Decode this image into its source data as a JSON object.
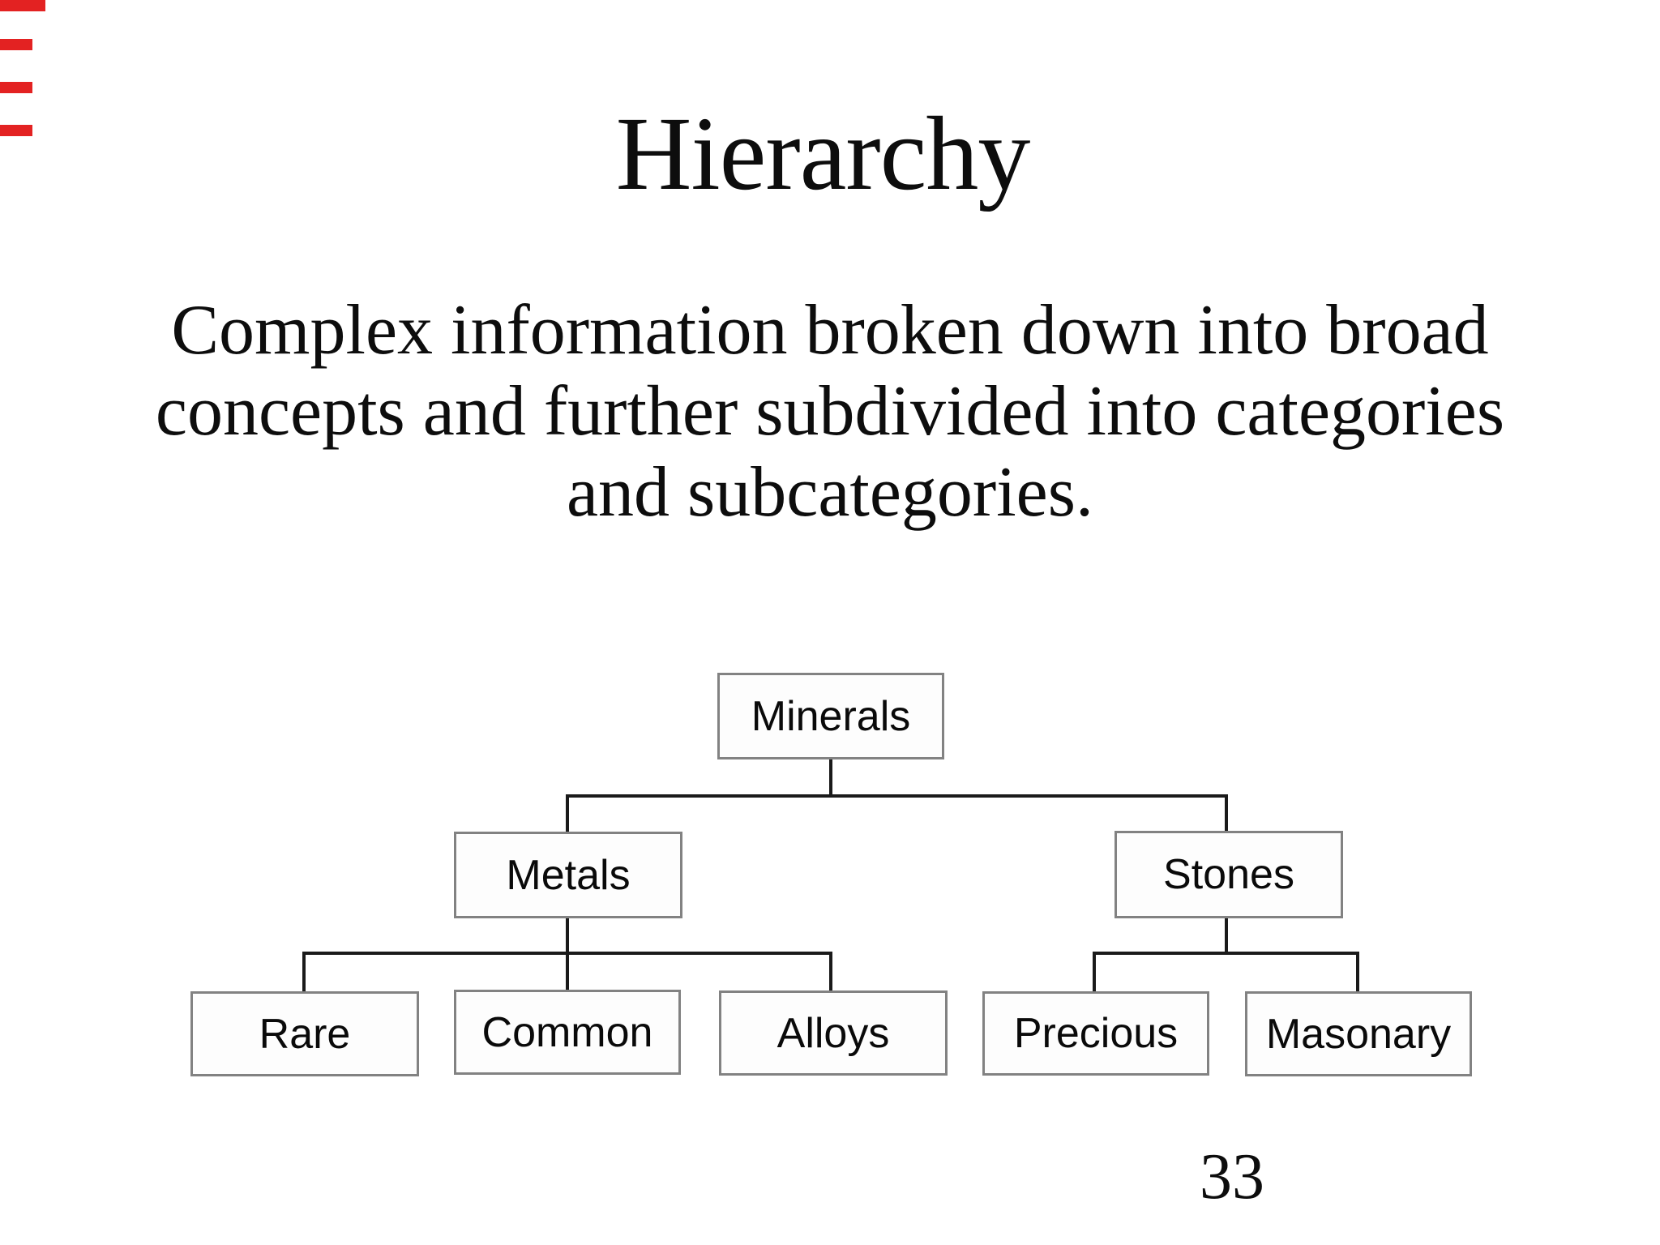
{
  "title": "Hierarchy",
  "body": {
    "line1": "Complex information broken down into broad",
    "line2": "concepts and further subdivided into categories",
    "line3": "and subcategories."
  },
  "page_number": "33",
  "diagram": {
    "type": "tree",
    "root": "Minerals",
    "metals": "Metals",
    "stones": "Stones",
    "rare": "Rare",
    "common": "Common",
    "alloys": "Alloys",
    "precious": "Precious",
    "masonary": "Masonary",
    "structure": {
      "Minerals": {
        "Metals": [
          "Rare",
          "Common",
          "Alloys"
        ],
        "Stones": [
          "Precious",
          "Masonary"
        ]
      }
    }
  },
  "colors": {
    "background": "#ffffff",
    "text": "#0d0d0d",
    "node_border": "#828282",
    "node_fill": "#fdfdfd",
    "connector": "#1a1a1a",
    "edge_artifact_red": "#e32222"
  }
}
